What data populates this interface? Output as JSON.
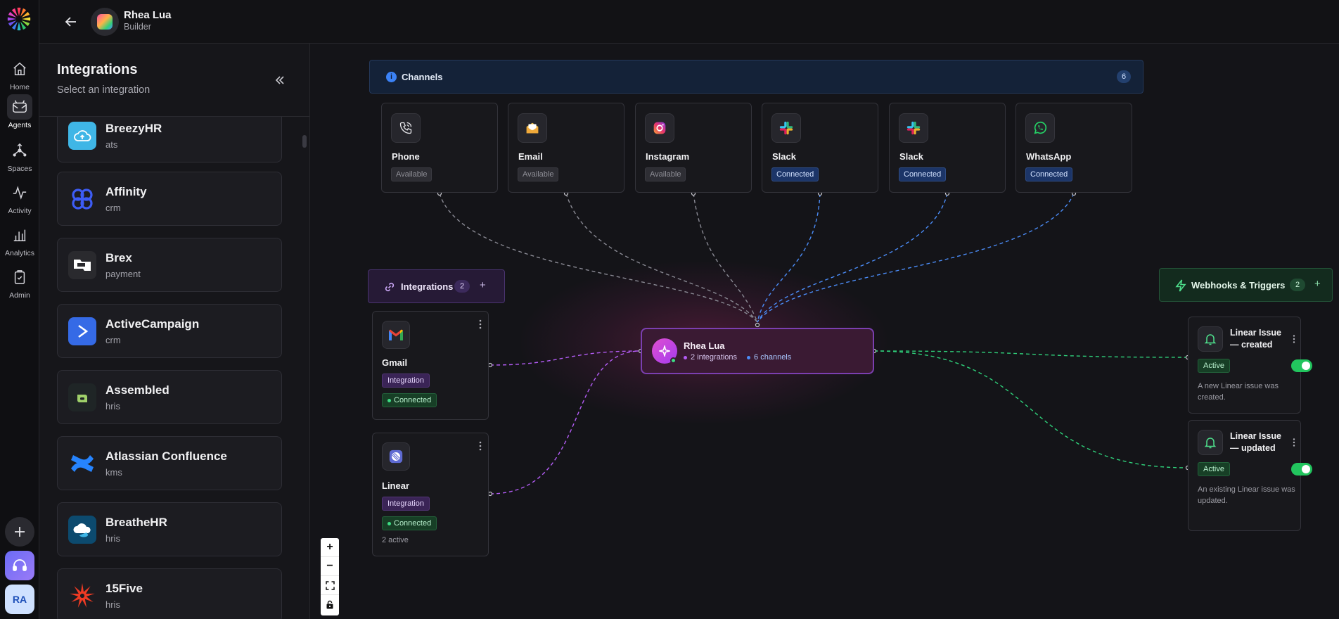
{
  "rail": {
    "items": [
      {
        "label": "Home",
        "icon": "home-icon"
      },
      {
        "label": "Agents",
        "icon": "agents-icon"
      },
      {
        "label": "Spaces",
        "icon": "spaces-icon"
      },
      {
        "label": "Activity",
        "icon": "activity-icon"
      },
      {
        "label": "Analytics",
        "icon": "analytics-icon"
      },
      {
        "label": "Admin",
        "icon": "admin-icon"
      }
    ],
    "user_initials": "RA"
  },
  "header": {
    "agent_name": "Rhea Lua",
    "agent_role": "Builder"
  },
  "integrations_panel": {
    "title": "Integrations",
    "subtitle": "Select an integration",
    "items": [
      {
        "name": "BreezyHR",
        "category": "ats"
      },
      {
        "name": "Affinity",
        "category": "crm"
      },
      {
        "name": "Brex",
        "category": "payment"
      },
      {
        "name": "ActiveCampaign",
        "category": "crm"
      },
      {
        "name": "Assembled",
        "category": "hris"
      },
      {
        "name": "Atlassian Confluence",
        "category": "kms"
      },
      {
        "name": "BreatheHR",
        "category": "hris"
      },
      {
        "name": "15Five",
        "category": "hris"
      }
    ]
  },
  "canvas": {
    "channels": {
      "title": "Channels",
      "count": "6",
      "items": [
        {
          "name": "Phone",
          "status": "Available",
          "icon": "phone-icon"
        },
        {
          "name": "Email",
          "status": "Available",
          "icon": "email-icon"
        },
        {
          "name": "Instagram",
          "status": "Available",
          "icon": "instagram-icon"
        },
        {
          "name": "Slack",
          "status": "Connected",
          "icon": "slack-icon"
        },
        {
          "name": "Slack",
          "status": "Connected",
          "icon": "slack-icon"
        },
        {
          "name": "WhatsApp",
          "status": "Connected",
          "icon": "whatsapp-icon"
        }
      ]
    },
    "integrations_group": {
      "title": "Integrations",
      "count": "2",
      "plus": "+",
      "items": [
        {
          "name": "Gmail",
          "tag": "Integration",
          "status": "Connected",
          "extra": ""
        },
        {
          "name": "Linear",
          "tag": "Integration",
          "status": "Connected",
          "extra": "2 active"
        }
      ]
    },
    "center": {
      "name": "Rhea Lua",
      "integrations_text": "2 integrations",
      "channels_text": "6 channels"
    },
    "webhooks_group": {
      "title": "Webhooks & Triggers",
      "count": "2",
      "plus": "+",
      "items": [
        {
          "title": "Linear Issue — created",
          "status": "Active",
          "enabled": true,
          "description": "A new Linear issue was created."
        },
        {
          "title": "Linear Issue — updated",
          "status": "Active",
          "enabled": true,
          "description": "An existing Linear issue was updated."
        }
      ]
    },
    "zoom_controls": {
      "zoom_in": "+",
      "zoom_out": "−"
    }
  },
  "colors": {
    "channel_edge_available": "#8a8a94",
    "channel_edge_connected": "#4b8cf7",
    "integration_edge": "#b35cf5",
    "webhook_edge": "#2fd07a",
    "accent_purple": "#7b3fb0"
  }
}
